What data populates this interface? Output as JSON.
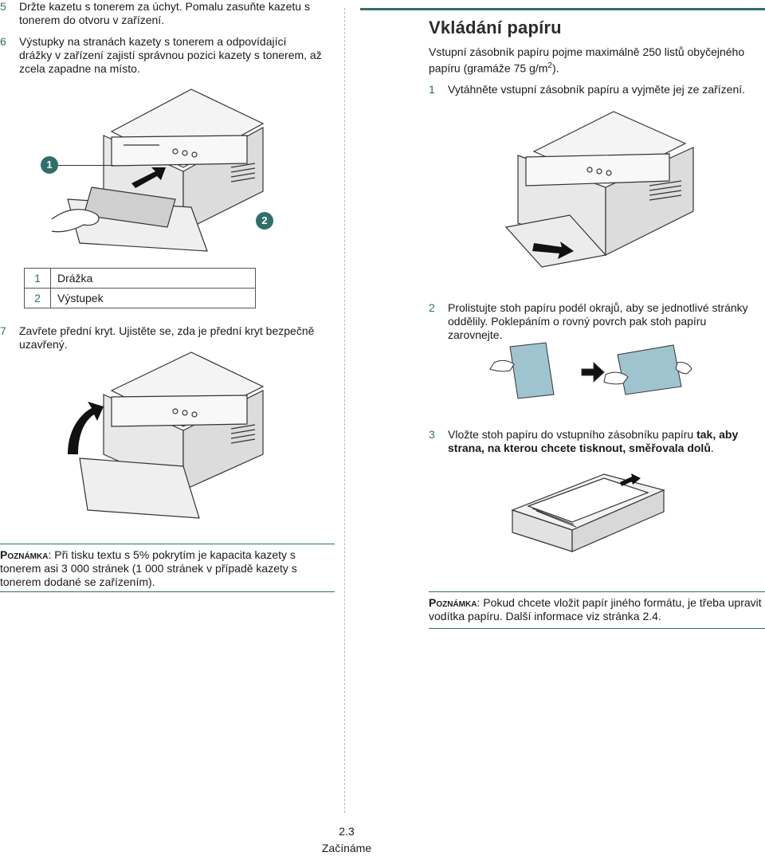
{
  "left": {
    "step5": {
      "num": "5",
      "text": "Držte kazetu s tonerem za úchyt. Pomalu zasuňte kazetu s tonerem do otvoru v zařízení."
    },
    "step6": {
      "num": "6",
      "text": "Výstupky na stranách kazety s tonerem a odpovídající drážky v zařízení zajistí správnou pozici kazety s tonerem, až zcela zapadne na místo."
    },
    "callouts": [
      "1",
      "2"
    ],
    "legend": [
      {
        "num": "1",
        "label": "Drážka"
      },
      {
        "num": "2",
        "label": "Výstupek"
      }
    ],
    "step7": {
      "num": "7",
      "text": "Zavřete přední kryt. Ujistěte se, zda je přední kryt bezpečně uzavřený."
    },
    "note": {
      "label": "Poznámka",
      "text": ": Při tisku textu s 5% pokrytím je kapacita kazety s tonerem asi 3 000 stránek (1 000 stránek v případě kazety s tonerem dodané se zařízením)."
    }
  },
  "right": {
    "title": "Vkládání papíru",
    "intro": "Vstupní zásobník papíru pojme maximálně 250 listů obyčejného papíru (gramáže 75 g/m",
    "intro_sup": "2",
    "intro_end": ").",
    "step1": {
      "num": "1",
      "text": "Vytáhněte vstupní zásobník papíru a vyjměte jej ze zařízení."
    },
    "step2": {
      "num": "2",
      "text": "Prolistujte stoh papíru podél okrajů, aby se jednotlivé stránky oddělily. Poklepáním o rovný povrch pak stoh papíru zarovnejte."
    },
    "step3": {
      "num": "3",
      "text": "Vložte stoh papíru do vstupního zásobníku papíru ",
      "text_bold": "tak, aby strana, na kterou chcete tisknout, směřovala dolů",
      "text_end": "."
    },
    "note": {
      "label": "Poznámka",
      "text": ": Pokud chcete vložit papír jiného formátu, je třeba upravit vodítka papíru. Další informace viz stránka 2.4."
    }
  },
  "footer": {
    "page": "2.3",
    "section": "Začínáme"
  },
  "colors": {
    "accent": "#2f6f6a",
    "text": "#1a1a1a"
  }
}
